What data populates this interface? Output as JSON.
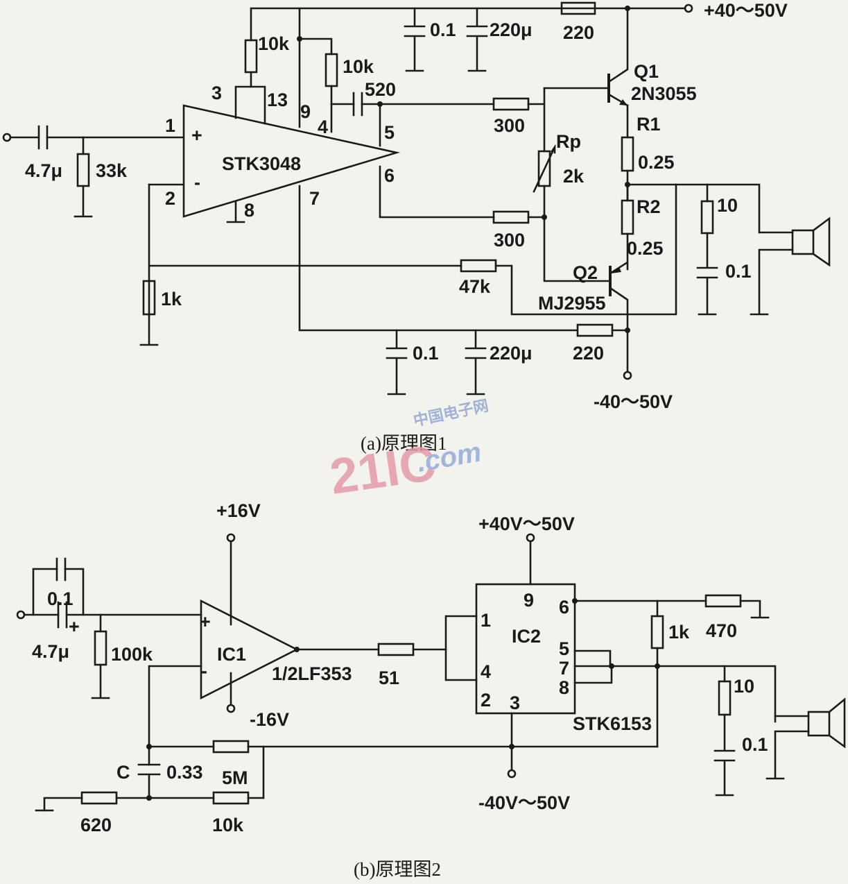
{
  "circuit_a": {
    "caption": "(a)原理图1",
    "ic": "STK3048",
    "pins": [
      "1",
      "2",
      "3",
      "13",
      "9",
      "4",
      "5",
      "6",
      "7",
      "8"
    ],
    "plus": "+",
    "minus": "-",
    "c_in": "4.7μ",
    "r_in": "33k",
    "r_top1": "10k",
    "r_top2": "10k",
    "c_520": "520",
    "c_top_01": "0.1",
    "c_top_220": "220μ",
    "r_top_220": "220",
    "vpos": "+40～50V",
    "q1": "Q1",
    "q1_type": "2N3055",
    "r_300a": "300",
    "r_300b": "300",
    "rp": "Rp",
    "rp_val": "2k",
    "r1": "R1",
    "r1_val": "0.25",
    "r2": "R2",
    "r2_val": "0.25",
    "r_10": "10",
    "c_01_out": "0.1",
    "q2": "Q2",
    "q2_type": "MJ2955",
    "r_47k": "47k",
    "r_1k": "1k",
    "c_bot_01": "0.1",
    "c_bot_220": "220μ",
    "r_bot_220": "220",
    "vneg": "-40～50V"
  },
  "circuit_b": {
    "caption": "(b)原理图2",
    "vpos16": "+16V",
    "vneg16": "-16V",
    "c_01": "0.1",
    "c_in": "4.7μ",
    "c_plus": "+",
    "r_100k": "100k",
    "ic1": "IC1",
    "ic1_type": "1/2LF353",
    "plus": "+",
    "minus": "-",
    "r_51": "51",
    "vpos": "+40V～50V",
    "vneg": "-40V～50V",
    "ic2": "IC2",
    "ic2_type": "STK6153",
    "pins": [
      "1",
      "4",
      "2",
      "3",
      "9",
      "6",
      "5",
      "7",
      "8"
    ],
    "r_1k": "1k",
    "r_470": "470",
    "r_10": "10",
    "c_01_out": "0.1",
    "c_label": "C",
    "c_val": "0.33",
    "r_5m": "5M",
    "r_620": "620",
    "r_10k": "10k"
  },
  "watermark": {
    "cn": "中国电子网",
    "big": "21IC",
    "com": ".com"
  }
}
